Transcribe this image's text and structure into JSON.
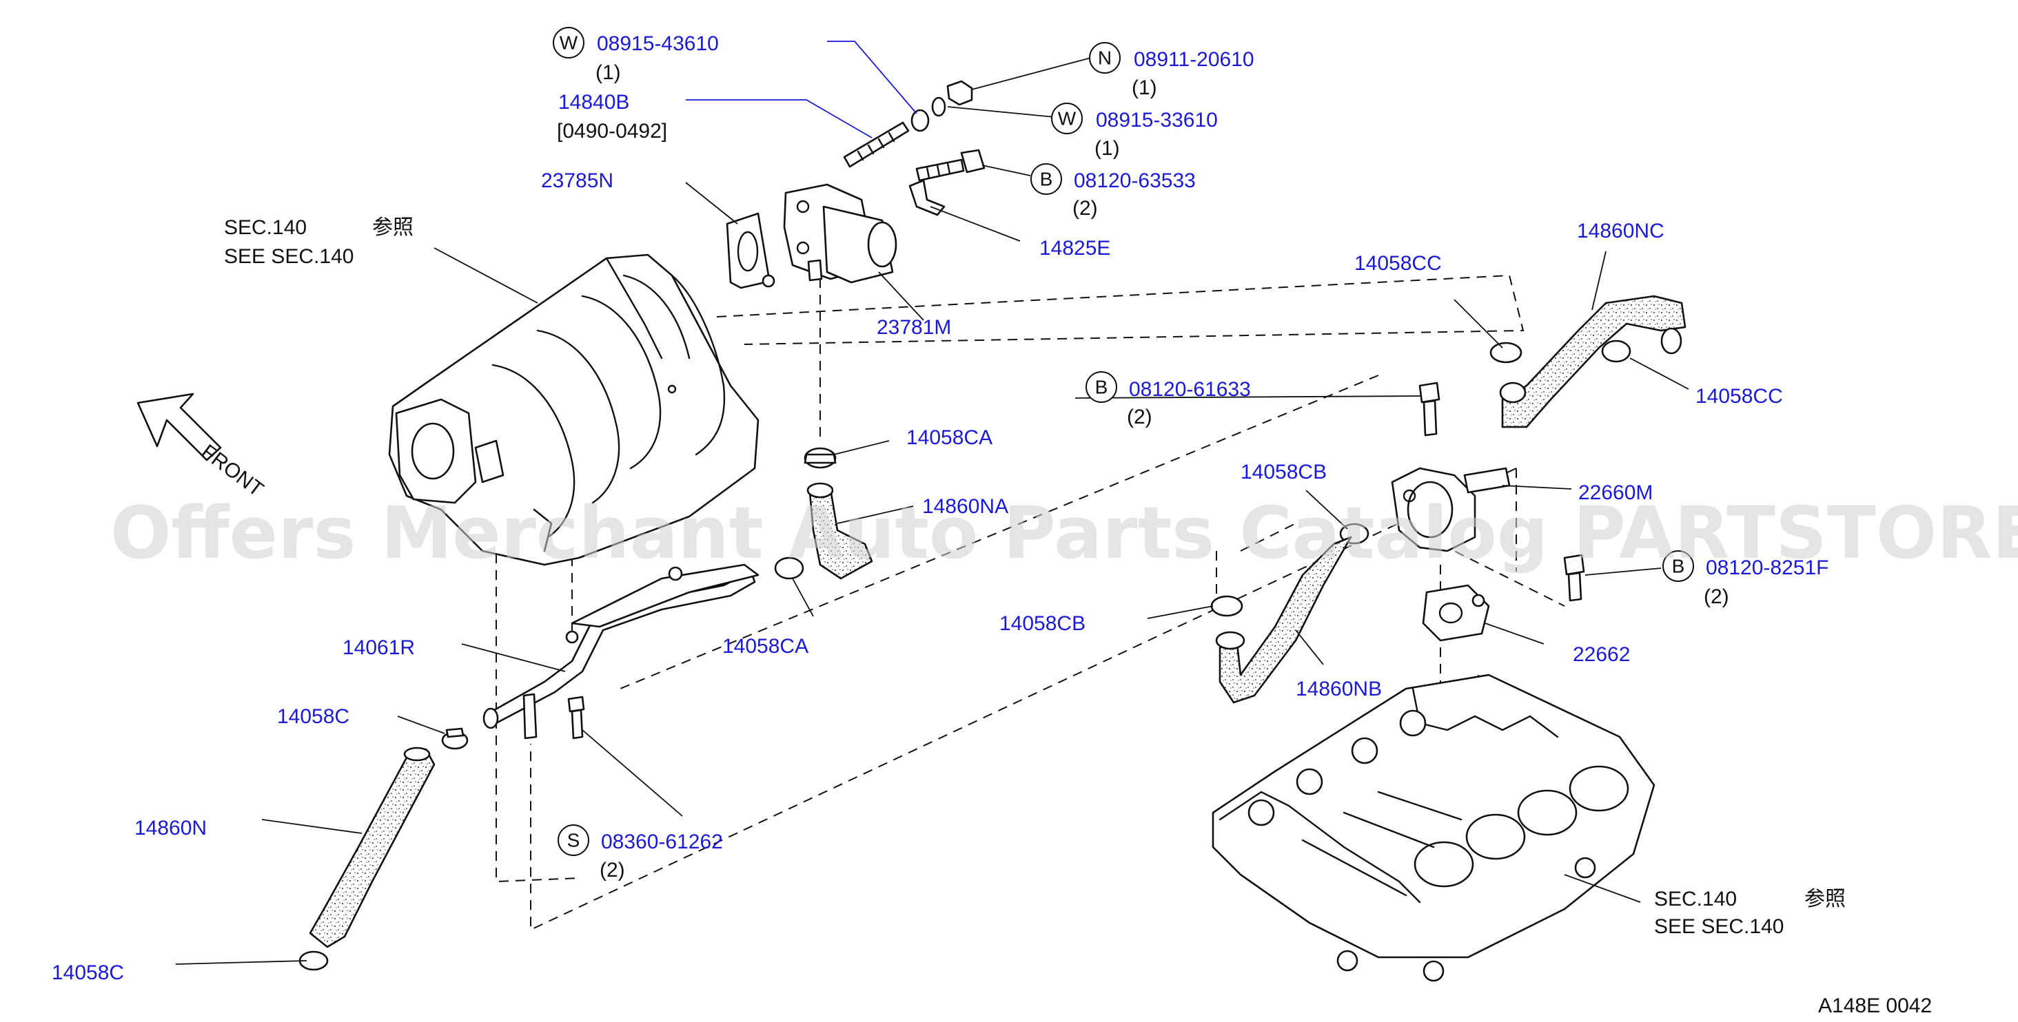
{
  "watermark": "Offers Merchant Auto Parts Catalog PARTSTORE.SA",
  "direction_label": "FRONT",
  "diagram_code": "A148E   0042",
  "section_refs": {
    "upper": {
      "line1": "SEC.140",
      "kanji": "参照",
      "line2": "SEE   SEC.140"
    },
    "lower": {
      "line1": "SEC.140",
      "kanji": "参照",
      "line2": "SEE   SEC.140"
    }
  },
  "fasteners": [
    {
      "badge": "W",
      "part": "08915-43610",
      "qty": "(1)"
    },
    {
      "badge": "N",
      "part": "08911-20610",
      "qty": "(1)"
    },
    {
      "badge": "W",
      "part": "08915-33610",
      "qty": "(1)"
    },
    {
      "badge": "B",
      "part": "08120-63533",
      "qty": "(2)"
    },
    {
      "badge": "B",
      "part": "08120-61633",
      "qty": "(2)"
    },
    {
      "badge": "B",
      "part": "08120-8251F",
      "qty": "(2)"
    },
    {
      "badge": "S",
      "part": "08360-61262",
      "qty": "(2)"
    }
  ],
  "parts": {
    "stud": {
      "part": "14840B",
      "range": "[0490-0492]"
    },
    "gasket_23785n": "23785N",
    "bracket_14825e": "14825E",
    "valve_23781m": "23781M",
    "clamp_14058cc_upper": "14058CC",
    "hose_14860nc": "14860NC",
    "clamp_14058cc_right": "14058CC",
    "clamp_14058ca_upper": "14058CA",
    "hose_14860na": "14860NA",
    "clamp_14058ca_lower": "14058CA",
    "clamp_14058cb_upper": "14058CB",
    "valve_22660m": "22660M",
    "clamp_14058cb_lower": "14058CB",
    "hose_14860nb": "14860NB",
    "bracket_22662": "22662",
    "pipe_14061r": "14061R",
    "clamp_14058c_upper": "14058C",
    "hose_14860n": "14860N",
    "clamp_14058c_lower": "14058C"
  }
}
